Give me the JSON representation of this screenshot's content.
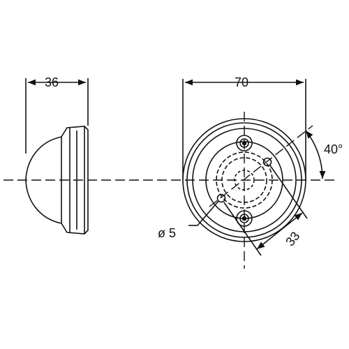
{
  "colors": {
    "line": "#111111",
    "background": "#ffffff"
  },
  "dimensions": {
    "side_depth": "36",
    "front_diameter": "70",
    "angle": "40°",
    "hole_diameter": "ø 5",
    "hole_spacing": "33"
  }
}
